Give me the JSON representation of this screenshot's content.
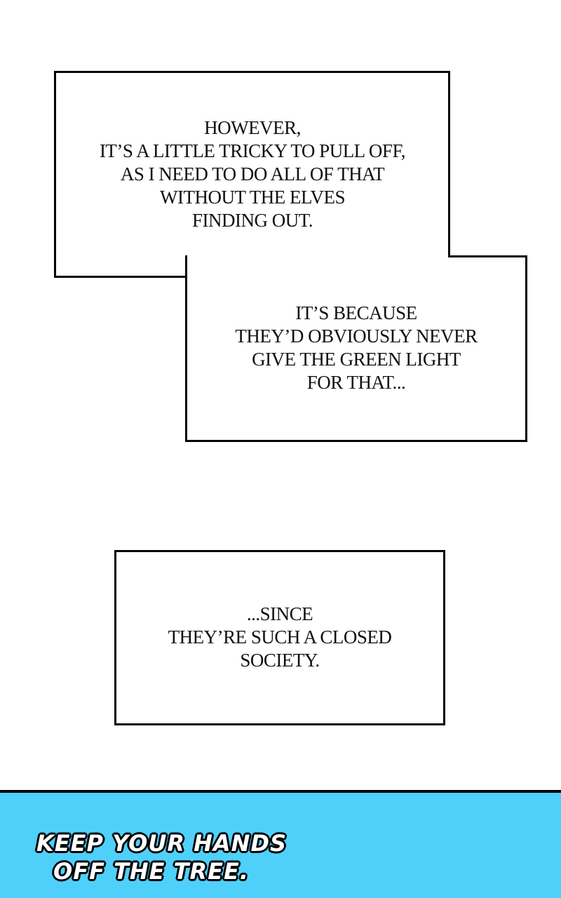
{
  "panel_1": {
    "lines": [
      "HOWEVER,",
      "IT’S A LITTLE TRICKY TO PULL OFF,",
      "AS I NEED TO DO ALL OF THAT",
      "WITHOUT THE ELVES",
      "FINDING OUT."
    ]
  },
  "panel_2": {
    "lines": [
      "IT’S BECAUSE",
      "THEY’D OBVIOUSLY NEVER",
      "GIVE THE GREEN LIGHT",
      "FOR THAT..."
    ]
  },
  "panel_3": {
    "lines": [
      "...SINCE",
      "THEY’RE SUCH A CLOSED",
      "SOCIETY."
    ]
  },
  "banner": {
    "line_1": "KEEP YOUR HANDS",
    "line_2": "OFF THE TREE.",
    "background_color": "#4fd0fb"
  }
}
